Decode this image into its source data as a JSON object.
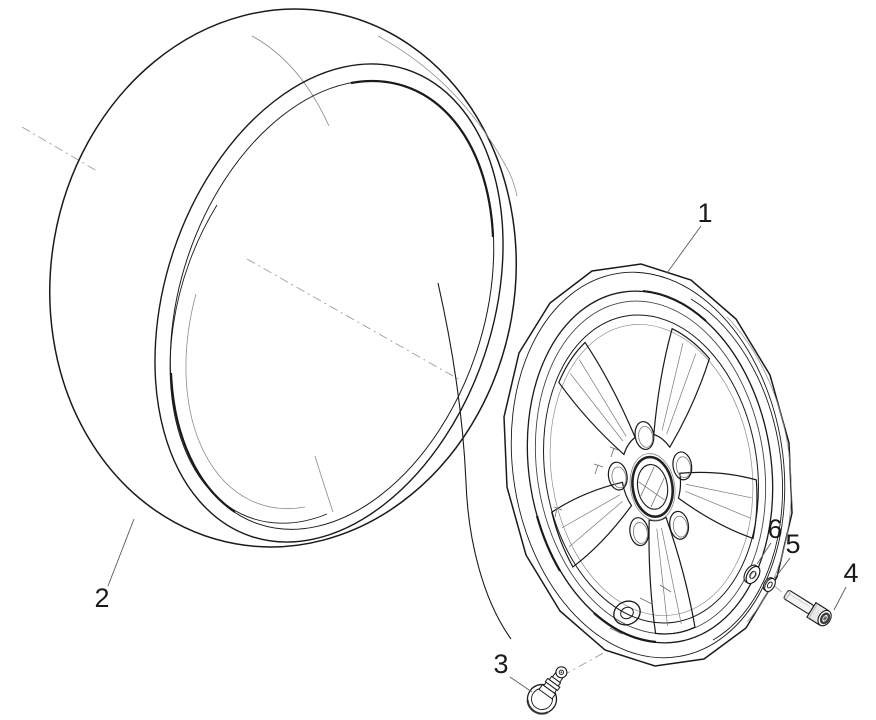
{
  "figure": {
    "kind": "exploded-parts-diagram",
    "background": "#ffffff",
    "line_color": "#1a1a1a",
    "thin_line_color": "#8c8c8c",
    "centerline_color": "#9e9e9e",
    "leader_color": "#5a5a5a",
    "label_color": "#1a1a1a",
    "label_font_size": "27"
  },
  "callouts": [
    {
      "label": "1"
    },
    {
      "label": "2"
    },
    {
      "label": "3"
    },
    {
      "label": "4"
    },
    {
      "label": "5"
    },
    {
      "label": "6"
    }
  ]
}
